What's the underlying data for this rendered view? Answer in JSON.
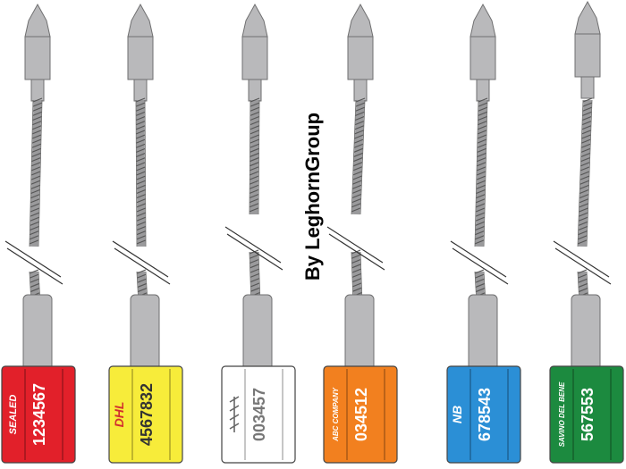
{
  "watermark": "By LeghornGroup",
  "seals": [
    {
      "brand": "SEALED",
      "number": "1234567",
      "color": "#e2202a",
      "text_color": "#ffffff"
    },
    {
      "brand": "DHL",
      "number": "4567832",
      "color": "#f7ec3a",
      "text_color": "#333333",
      "brand_color": "#d22e2e"
    },
    {
      "brand": "",
      "number": "003457",
      "color": "#ffffff",
      "text_color": "#777777"
    },
    {
      "brand": "ABC COMPANY",
      "number": "034512",
      "color": "#f2801f",
      "text_color": "#ffffff"
    },
    {
      "brand": "NB",
      "number": "678543",
      "color": "#2b8fd6",
      "text_color": "#ffffff"
    },
    {
      "brand": "SAVINO DEL BENE",
      "number": "567553",
      "color": "#1c8a3f",
      "text_color": "#ffffff"
    }
  ],
  "colors": {
    "metal_fill": "#b9b9bb",
    "metal_stroke": "#6f6f70",
    "cable": "#9a9a9c",
    "outline": "#444444"
  }
}
